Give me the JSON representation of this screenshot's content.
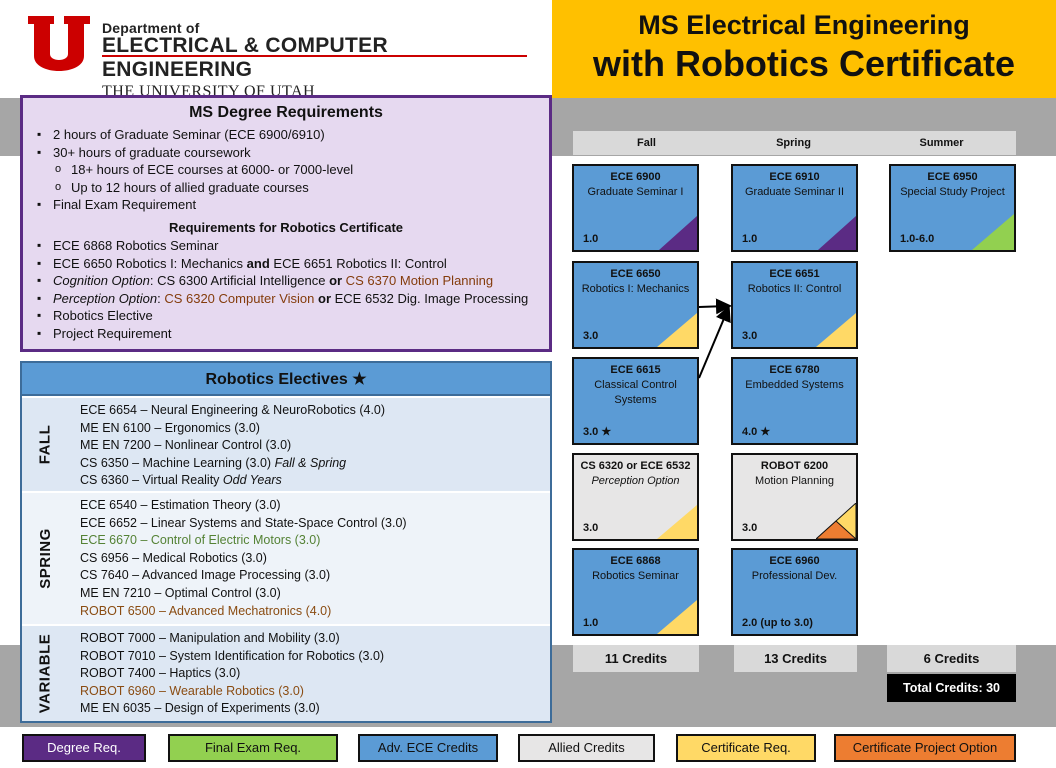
{
  "header": {
    "dept_line1": "Department of",
    "dept_line2": "ELECTRICAL & COMPUTER ENGINEERING",
    "dept_line3": "THE UNIVERSITY OF UTAH",
    "title_line1": "MS Electrical Engineering",
    "title_line2": "with Robotics Certificate",
    "colors": {
      "utah_red": "#cc0000",
      "title_bg": "#ffc000"
    }
  },
  "requirements": {
    "title": "MS Degree Requirements",
    "degree_items": [
      "2 hours of Graduate Seminar (ECE 6900/6910)",
      "30+ hours of graduate coursework",
      "18+ hours of ECE courses at 6000- or 7000-level",
      "Up to 12 hours of allied graduate courses",
      "Final Exam Requirement"
    ],
    "cert_title": "Requirements for Robotics Certificate",
    "cert_item1": "ECE 6868  Robotics Seminar",
    "cert_item2": {
      "a": "ECE 6650  Robotics I: Mechanics ",
      "and": "and",
      "b": " ECE 6651  Robotics II: Control"
    },
    "cert_item3": {
      "label": "Cognition Option",
      "a": ": CS 6300  Artificial Intelligence ",
      "or": "or",
      "b": " CS 6370  Motion Planning"
    },
    "cert_item4": {
      "label": "Perception Option",
      "a": ": ",
      "b": "CS 6320  Computer Vision",
      "or": " or ",
      "c": "ECE 6532  Dig. Image Processing"
    },
    "cert_item5": "Robotics Elective",
    "cert_item6": "Project Requirement"
  },
  "electives": {
    "title": "Robotics Electives ★",
    "fall_label": "FALL",
    "fall": [
      "ECE 6654  – Neural Engineering & NeuroRobotics (4.0)",
      "ME EN 6100  – Ergonomics (3.0)",
      "ME EN 7200  – Nonlinear Control (3.0)",
      "CS 6350  – Machine Learning (3.0) ",
      "CS 6360  – Virtual Reality "
    ],
    "fall_note3": "Fall & Spring",
    "fall_note4": "Odd Years",
    "spring_label": "SPRING",
    "spring": [
      "ECE 6540  – Estimation Theory (3.0)",
      "ECE 6652  – Linear Systems and State-Space Control (3.0)",
      "ECE 6670  – Control of Electric Motors (3.0)",
      "CS 6956  – Medical Robotics (3.0)",
      "CS 7640  – Advanced Image Processing (3.0)",
      "ME EN 7210  – Optimal Control (3.0)",
      "ROBOT 6500  – Advanced Mechatronics (4.0)"
    ],
    "variable_label": "VARIABLE",
    "variable": [
      "ROBOT 7000  – Manipulation and Mobility (3.0)",
      "ROBOT 7010  – System Identification for Robotics (3.0)",
      "ROBOT 7400  – Haptics (3.0)",
      "ROBOT 6960  – Wearable Robotics (3.0)",
      "ME EN 6035  – Design of Experiments (3.0)"
    ]
  },
  "schedule": {
    "columns": [
      "Fall",
      "Spring",
      "Summer"
    ],
    "courses": [
      {
        "code": "ECE 6900",
        "name": "Graduate Seminar I",
        "credits": "1.0",
        "fill": "#5b9bd5",
        "tag_color": "#5b2b84"
      },
      {
        "code": "ECE 6910",
        "name": "Graduate Seminar II",
        "credits": "1.0",
        "fill": "#5b9bd5",
        "tag_color": "#5b2b84"
      },
      {
        "code": "ECE 6950",
        "name": "Special Study Project",
        "credits": "1.0-6.0",
        "fill": "#5b9bd5",
        "tag_color": "#92d050"
      },
      {
        "code": "ECE 6650",
        "name": "Robotics I: Mechanics",
        "credits": "3.0",
        "fill": "#5b9bd5",
        "tag_color": "#ffd966"
      },
      {
        "code": "ECE 6651",
        "name": "Robotics II: Control",
        "credits": "3.0",
        "fill": "#5b9bd5",
        "tag_color": "#ffd966"
      },
      {
        "code": "ECE 6615",
        "name": "Classical Control Systems",
        "credits": "3.0 ★",
        "fill": "#5b9bd5",
        "tag_color": ""
      },
      {
        "code": "ECE 6780",
        "name": "Embedded Systems",
        "credits": "4.0 ★",
        "fill": "#5b9bd5",
        "tag_color": ""
      },
      {
        "code": "CS 6320 or ECE 6532",
        "name": "Perception Option",
        "credits": "3.0",
        "fill": "#e7e6e6",
        "tag_color": "#ffd966"
      },
      {
        "code": "ROBOT 6200",
        "name": "Motion Planning",
        "credits": "3.0",
        "fill": "#e7e6e6",
        "tag_color": "#ffd966",
        "tag_color2": "#ed7d31"
      },
      {
        "code": "ECE 6868",
        "name": "Robotics Seminar",
        "credits": "1.0",
        "fill": "#5b9bd5",
        "tag_color": "#ffd966"
      },
      {
        "code": "ECE 6960",
        "name": "Professional Dev.",
        "credits": "2.0 (up to 3.0)",
        "fill": "#5b9bd5",
        "tag_color": ""
      }
    ],
    "credits": [
      "11 Credits",
      "13 Credits",
      "6 Credits"
    ],
    "total": "Total Credits: 30"
  },
  "legend": [
    {
      "label": "Degree Req.",
      "color": "#5b2b84"
    },
    {
      "label": "Final Exam Req.",
      "color": "#92d050"
    },
    {
      "label": "Adv. ECE Credits",
      "color": "#5b9bd5"
    },
    {
      "label": "Allied Credits",
      "color": "#e7e6e6"
    },
    {
      "label": "Certificate Req.",
      "color": "#ffd966"
    },
    {
      "label": "Certificate Project Option",
      "color": "#ed7d31"
    }
  ]
}
